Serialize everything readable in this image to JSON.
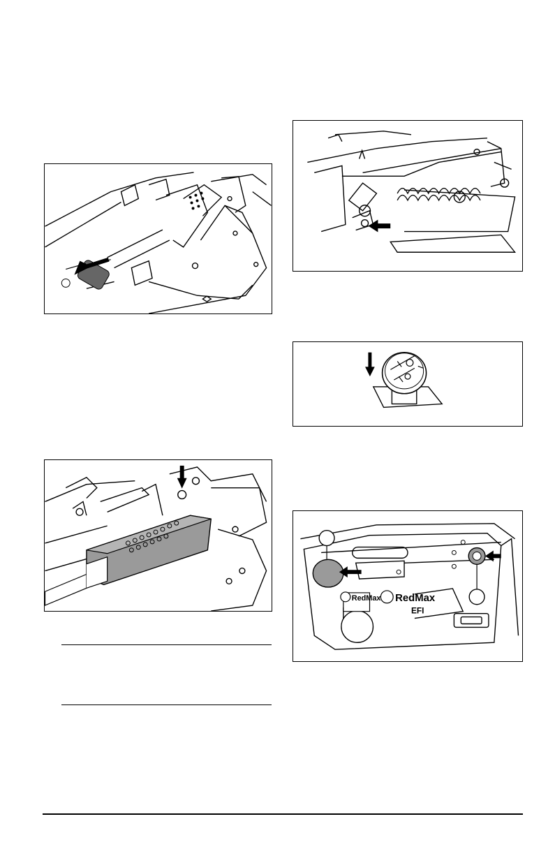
{
  "figures": {
    "fig_panel": {
      "brand_left": "RedMax",
      "brand_right": "RedMax",
      "efi_label": "EFI"
    }
  }
}
